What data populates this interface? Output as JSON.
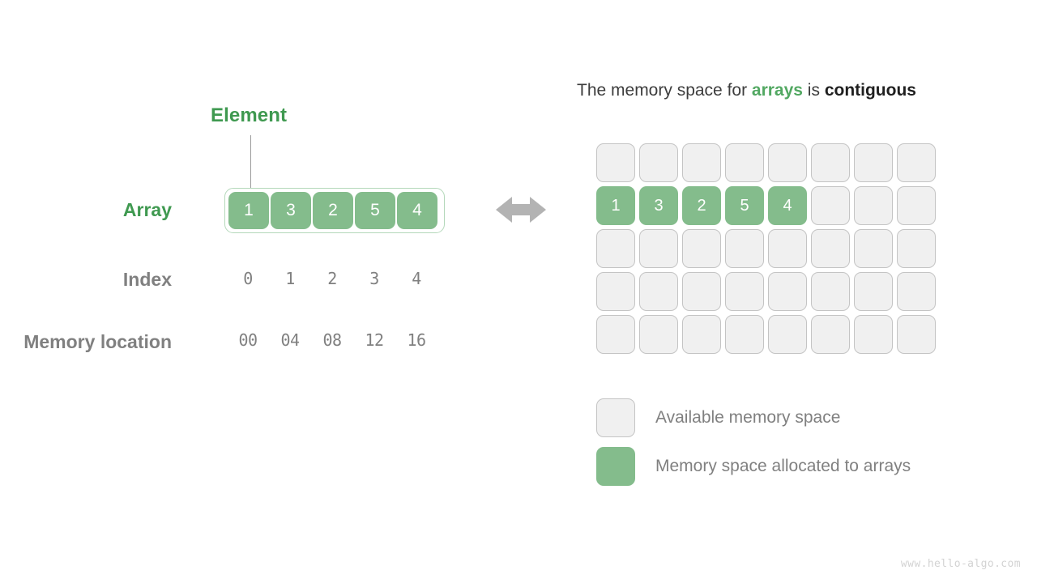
{
  "left": {
    "element_callout": "Element",
    "row_labels": {
      "array": "Array",
      "index": "Index",
      "memory_location": "Memory location"
    },
    "array_values": [
      "1",
      "3",
      "2",
      "5",
      "4"
    ],
    "index_values": [
      "0",
      "1",
      "2",
      "3",
      "4"
    ],
    "memory_locations": [
      "00",
      "04",
      "08",
      "12",
      "16"
    ],
    "arrow_icon": "double-headed-horizontal-arrow"
  },
  "right": {
    "title": {
      "part1": "The memory space for ",
      "highlight_green": "arrays",
      "part2": " is ",
      "highlight_bold": "contiguous"
    },
    "grid": {
      "columns": 8,
      "rows": 5,
      "filled_row_index": 1,
      "filled_values": [
        "1",
        "3",
        "2",
        "5",
        "4"
      ]
    },
    "legend": [
      {
        "swatch": "available",
        "label": "Available memory space"
      },
      {
        "swatch": "allocated",
        "label": "Memory space allocated to arrays"
      }
    ]
  },
  "watermark": "www.hello-algo.com",
  "colors": {
    "green_fill": "#84bc8c",
    "green_label": "#3f9950",
    "green_title_highlight": "#52a862",
    "gray_label": "#808080",
    "gray_cell_bg": "#f0f0f0",
    "gray_cell_border": "#c4c4c4",
    "arrow_gray": "#b3b3b3",
    "title_dark": "#3d3d3d",
    "watermark_gray": "#d3d3d3",
    "background": "#ffffff"
  }
}
